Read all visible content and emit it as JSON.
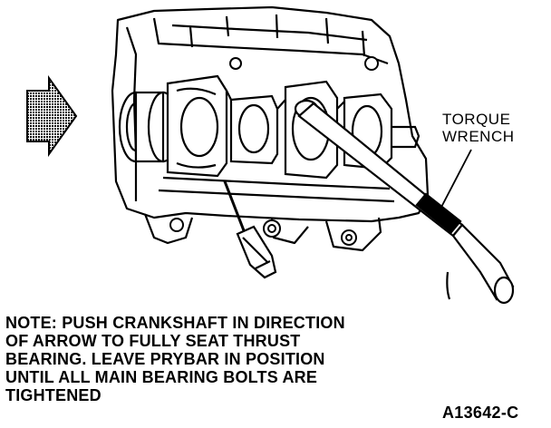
{
  "callout": {
    "line1": "TORQUE",
    "line2": "WRENCH"
  },
  "note": {
    "lines": [
      "NOTE: PUSH CRANKSHAFT IN DIRECTION",
      "OF ARROW TO FULLY SEAT THRUST",
      "BEARING. LEAVE PRYBAR IN POSITION",
      "UNTIL ALL MAIN BEARING BOLTS ARE",
      "TIGHTENED"
    ]
  },
  "figure_id": "A13642-C",
  "icons": {
    "direction_arrow": "right-arrow-icon"
  }
}
